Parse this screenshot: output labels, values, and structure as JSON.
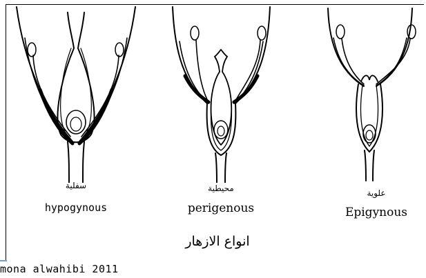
{
  "types": [
    {
      "arabic": "سفلية",
      "english": "hypogynous"
    },
    {
      "arabic": "محيطية",
      "english": "perigenous"
    },
    {
      "arabic": "علوية",
      "english": "Epigynous"
    }
  ],
  "title": "انواع الازهار",
  "credit": "mona alwahibi 2011",
  "colors": {
    "ink": "#000000",
    "accent": "#6aa5c9"
  }
}
